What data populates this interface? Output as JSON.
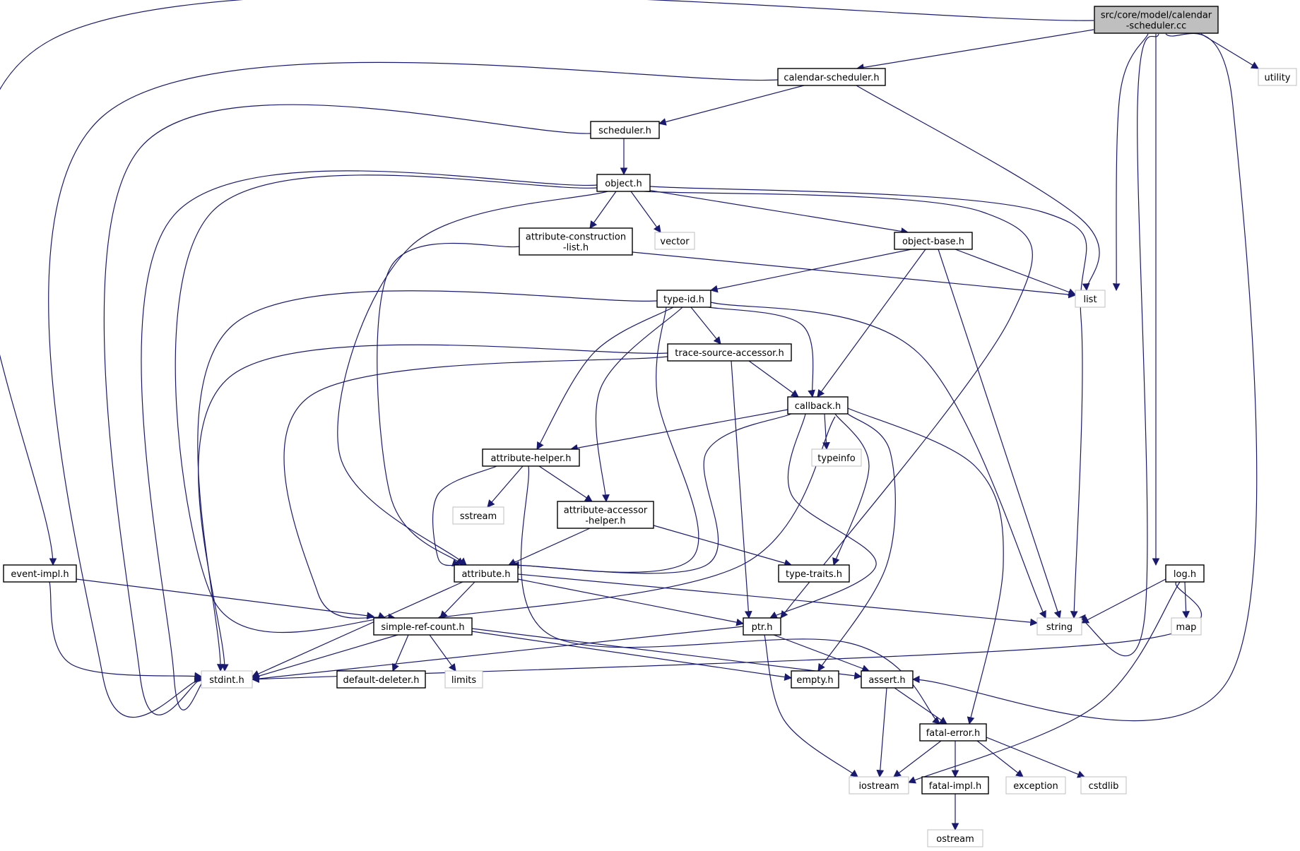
{
  "diagram": {
    "edge_color": "#191970",
    "box_colors": {
      "root_fill": "#bfbfbf",
      "file_border": "#000000",
      "external_border": "#bfbfbf"
    },
    "nodes": [
      {
        "id": "root",
        "label": [
          "src/core/model/calendar",
          "-scheduler.cc"
        ],
        "kind": "root"
      },
      {
        "id": "utility",
        "label": [
          "utility"
        ],
        "kind": "external"
      },
      {
        "id": "calendar_scheduler_h",
        "label": [
          "calendar-scheduler.h"
        ],
        "kind": "file"
      },
      {
        "id": "scheduler_h",
        "label": [
          "scheduler.h"
        ],
        "kind": "file"
      },
      {
        "id": "object_h",
        "label": [
          "object.h"
        ],
        "kind": "file"
      },
      {
        "id": "attr_construction_list_h",
        "label": [
          "attribute-construction",
          "-list.h"
        ],
        "kind": "file"
      },
      {
        "id": "vector",
        "label": [
          "vector"
        ],
        "kind": "external"
      },
      {
        "id": "object_base_h",
        "label": [
          "object-base.h"
        ],
        "kind": "file"
      },
      {
        "id": "list",
        "label": [
          "list"
        ],
        "kind": "external"
      },
      {
        "id": "type_id_h",
        "label": [
          "type-id.h"
        ],
        "kind": "file"
      },
      {
        "id": "trace_source_accessor_h",
        "label": [
          "trace-source-accessor.h"
        ],
        "kind": "file"
      },
      {
        "id": "callback_h",
        "label": [
          "callback.h"
        ],
        "kind": "file"
      },
      {
        "id": "typeinfo",
        "label": [
          "typeinfo"
        ],
        "kind": "external"
      },
      {
        "id": "attribute_helper_h",
        "label": [
          "attribute-helper.h"
        ],
        "kind": "file"
      },
      {
        "id": "sstream",
        "label": [
          "sstream"
        ],
        "kind": "external"
      },
      {
        "id": "attribute_accessor_helper_h",
        "label": [
          "attribute-accessor",
          "-helper.h"
        ],
        "kind": "file"
      },
      {
        "id": "type_traits_h",
        "label": [
          "type-traits.h"
        ],
        "kind": "file"
      },
      {
        "id": "event_impl_h",
        "label": [
          "event-impl.h"
        ],
        "kind": "file"
      },
      {
        "id": "attribute_h",
        "label": [
          "attribute.h"
        ],
        "kind": "file"
      },
      {
        "id": "log_h",
        "label": [
          "log.h"
        ],
        "kind": "file"
      },
      {
        "id": "simple_ref_count_h",
        "label": [
          "simple-ref-count.h"
        ],
        "kind": "file"
      },
      {
        "id": "ptr_h",
        "label": [
          "ptr.h"
        ],
        "kind": "file"
      },
      {
        "id": "string",
        "label": [
          "string"
        ],
        "kind": "external"
      },
      {
        "id": "map",
        "label": [
          "map"
        ],
        "kind": "external"
      },
      {
        "id": "stdint_h",
        "label": [
          "stdint.h"
        ],
        "kind": "external"
      },
      {
        "id": "default_deleter_h",
        "label": [
          "default-deleter.h"
        ],
        "kind": "file"
      },
      {
        "id": "limits",
        "label": [
          "limits"
        ],
        "kind": "external"
      },
      {
        "id": "empty_h",
        "label": [
          "empty.h"
        ],
        "kind": "file"
      },
      {
        "id": "assert_h",
        "label": [
          "assert.h"
        ],
        "kind": "file"
      },
      {
        "id": "fatal_error_h",
        "label": [
          "fatal-error.h"
        ],
        "kind": "file"
      },
      {
        "id": "iostream",
        "label": [
          "iostream"
        ],
        "kind": "external"
      },
      {
        "id": "fatal_impl_h",
        "label": [
          "fatal-impl.h"
        ],
        "kind": "file"
      },
      {
        "id": "exception",
        "label": [
          "exception"
        ],
        "kind": "external"
      },
      {
        "id": "cstdlib",
        "label": [
          "cstdlib"
        ],
        "kind": "external"
      },
      {
        "id": "ostream",
        "label": [
          "ostream"
        ],
        "kind": "external"
      }
    ],
    "edges": [
      [
        "root",
        "calendar_scheduler_h"
      ],
      [
        "root",
        "event_impl_h"
      ],
      [
        "root",
        "list"
      ],
      [
        "root",
        "utility"
      ],
      [
        "root",
        "string"
      ],
      [
        "root",
        "log_h"
      ],
      [
        "root",
        "assert_h"
      ],
      [
        "calendar_scheduler_h",
        "scheduler_h"
      ],
      [
        "calendar_scheduler_h",
        "stdint_h"
      ],
      [
        "calendar_scheduler_h",
        "list"
      ],
      [
        "scheduler_h",
        "object_h"
      ],
      [
        "scheduler_h",
        "stdint_h"
      ],
      [
        "object_h",
        "attr_construction_list_h"
      ],
      [
        "object_h",
        "vector"
      ],
      [
        "object_h",
        "object_base_h"
      ],
      [
        "object_h",
        "stdint_h"
      ],
      [
        "object_h",
        "simple_ref_count_h"
      ],
      [
        "object_h",
        "attribute_h"
      ],
      [
        "object_h",
        "ptr_h"
      ],
      [
        "object_h",
        "string"
      ],
      [
        "attr_construction_list_h",
        "attribute_h"
      ],
      [
        "attr_construction_list_h",
        "list"
      ],
      [
        "object_base_h",
        "type_id_h"
      ],
      [
        "object_base_h",
        "list"
      ],
      [
        "object_base_h",
        "callback_h"
      ],
      [
        "object_base_h",
        "string"
      ],
      [
        "type_id_h",
        "trace_source_accessor_h"
      ],
      [
        "type_id_h",
        "callback_h"
      ],
      [
        "type_id_h",
        "attribute_helper_h"
      ],
      [
        "type_id_h",
        "attribute_accessor_helper_h"
      ],
      [
        "type_id_h",
        "attribute_h"
      ],
      [
        "type_id_h",
        "stdint_h"
      ],
      [
        "type_id_h",
        "string"
      ],
      [
        "trace_source_accessor_h",
        "callback_h"
      ],
      [
        "trace_source_accessor_h",
        "ptr_h"
      ],
      [
        "trace_source_accessor_h",
        "stdint_h"
      ],
      [
        "trace_source_accessor_h",
        "simple_ref_count_h"
      ],
      [
        "callback_h",
        "attribute_helper_h"
      ],
      [
        "callback_h",
        "typeinfo"
      ],
      [
        "callback_h",
        "type_traits_h"
      ],
      [
        "callback_h",
        "attribute_h"
      ],
      [
        "callback_h",
        "simple_ref_count_h"
      ],
      [
        "callback_h",
        "ptr_h"
      ],
      [
        "callback_h",
        "empty_h"
      ],
      [
        "callback_h",
        "fatal_error_h"
      ],
      [
        "attribute_helper_h",
        "sstream"
      ],
      [
        "attribute_helper_h",
        "attribute_accessor_helper_h"
      ],
      [
        "attribute_helper_h",
        "attribute_h"
      ],
      [
        "attribute_helper_h",
        "fatal_error_h"
      ],
      [
        "attribute_accessor_helper_h",
        "attribute_h"
      ],
      [
        "attribute_accessor_helper_h",
        "type_traits_h"
      ],
      [
        "event_impl_h",
        "simple_ref_count_h"
      ],
      [
        "event_impl_h",
        "stdint_h"
      ],
      [
        "attribute_h",
        "simple_ref_count_h"
      ],
      [
        "attribute_h",
        "ptr_h"
      ],
      [
        "attribute_h",
        "string"
      ],
      [
        "attribute_h",
        "stdint_h"
      ],
      [
        "log_h",
        "string"
      ],
      [
        "log_h",
        "map"
      ],
      [
        "log_h",
        "stdint_h"
      ],
      [
        "log_h",
        "iostream"
      ],
      [
        "simple_ref_count_h",
        "stdint_h"
      ],
      [
        "simple_ref_count_h",
        "default_deleter_h"
      ],
      [
        "simple_ref_count_h",
        "limits"
      ],
      [
        "simple_ref_count_h",
        "empty_h"
      ],
      [
        "simple_ref_count_h",
        "assert_h"
      ],
      [
        "ptr_h",
        "stdint_h"
      ],
      [
        "ptr_h",
        "assert_h"
      ],
      [
        "ptr_h",
        "iostream"
      ],
      [
        "assert_h",
        "fatal_error_h"
      ],
      [
        "assert_h",
        "iostream"
      ],
      [
        "fatal_error_h",
        "iostream"
      ],
      [
        "fatal_error_h",
        "fatal_impl_h"
      ],
      [
        "fatal_error_h",
        "exception"
      ],
      [
        "fatal_error_h",
        "cstdlib"
      ],
      [
        "fatal_impl_h",
        "ostream"
      ]
    ]
  }
}
